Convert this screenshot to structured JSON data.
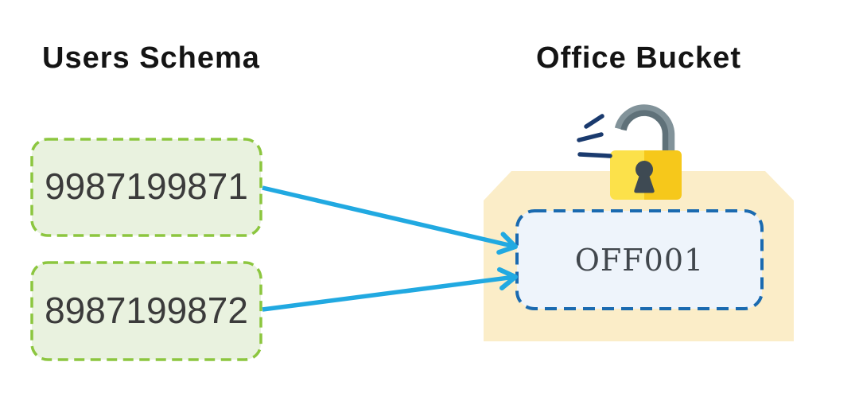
{
  "titles": {
    "left": "Users Schema",
    "right": "Office Bucket"
  },
  "schema_items": [
    "9987199871",
    "8987199872"
  ],
  "bucket": {
    "label": "OFF001"
  },
  "icons": {
    "padlock": "open-padlock-icon",
    "emphasis": "click-emphasis-marks-icon",
    "arrows": "mapping-arrow-icon"
  },
  "colors": {
    "background": "#ffffff",
    "title_text": "#141414",
    "schema_box_border": "#8cc63f",
    "schema_box_fill": "#e9f2df",
    "schema_text": "#3b3b3b",
    "bucket_fill": "#fbedc8",
    "bucket_box_border": "#1a6ab0",
    "bucket_box_fill": "#eef4fb",
    "bucket_label_text": "#41474d",
    "arrow": "#21a9e1",
    "lock_body_light": "#fce14a",
    "lock_body_dark": "#f6c81b",
    "lock_shackle_light": "#82939a",
    "lock_shackle_dark": "#5f7179",
    "lock_keyhole": "#3e4a53",
    "emphasis_marks": "#1a3a6e"
  }
}
